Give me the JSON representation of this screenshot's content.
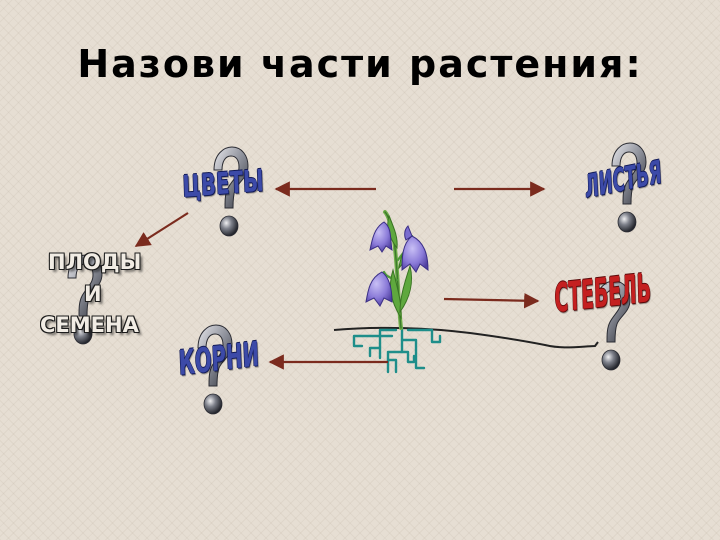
{
  "slide": {
    "title": "Назови части растения:"
  },
  "labels": {
    "flowers": "ЦВЕТЫ",
    "leaves": "ЛИСТЬЯ",
    "fruits_line1": "ПЛОДЫ",
    "fruits_line2": "И",
    "fruits_line3": "СЕМЕНА",
    "stem": "СТЕБЕЛЬ",
    "roots": "КОРНИ"
  },
  "colors": {
    "label_blue": "#3c4aa8",
    "label_red": "#c42020",
    "arrow_color": "#7b2b1e",
    "root_color": "#1e8e8a",
    "stem_color": "#4f9a3a",
    "flower_color": "#8a7ad8"
  },
  "icons": {
    "question_mark": "question-mark-icon",
    "arrow": "arrow-icon",
    "plant": "bellflower-plant-icon"
  }
}
